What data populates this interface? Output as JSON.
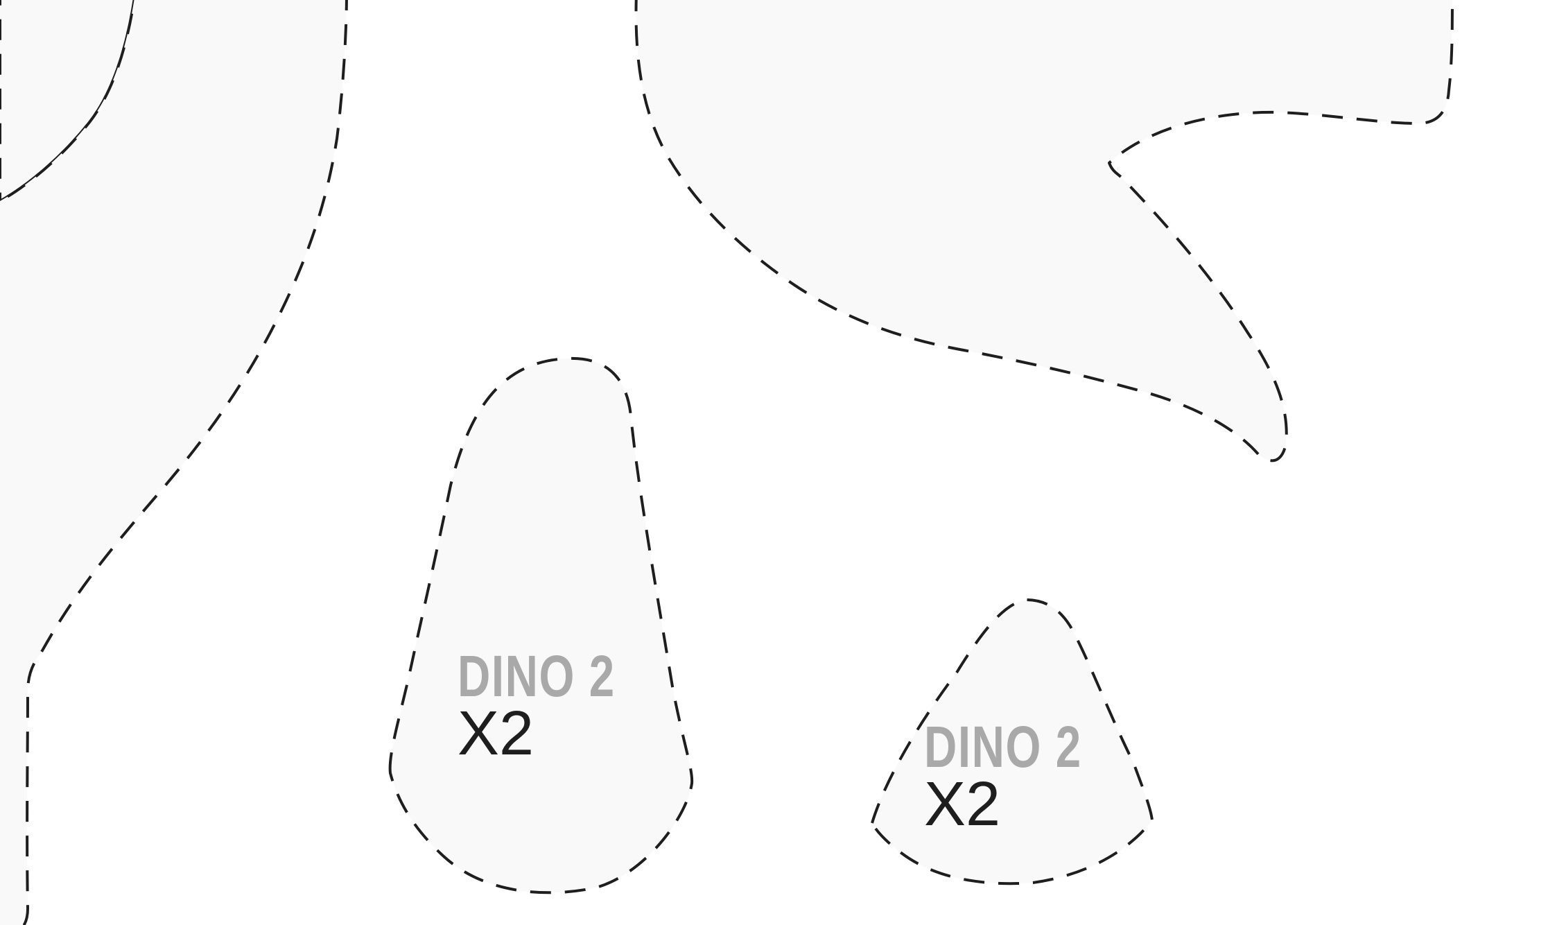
{
  "sheet": {
    "background_color": "#ffffff",
    "piece_fill_color": "#f9f9f9",
    "cut_line_color": "#1e1e1e",
    "label_name_color": "#a9a9a9"
  },
  "pieces": [
    {
      "name": "DINO 2",
      "quantity": "X2"
    },
    {
      "name": "DINO 2",
      "quantity": "X2"
    }
  ]
}
